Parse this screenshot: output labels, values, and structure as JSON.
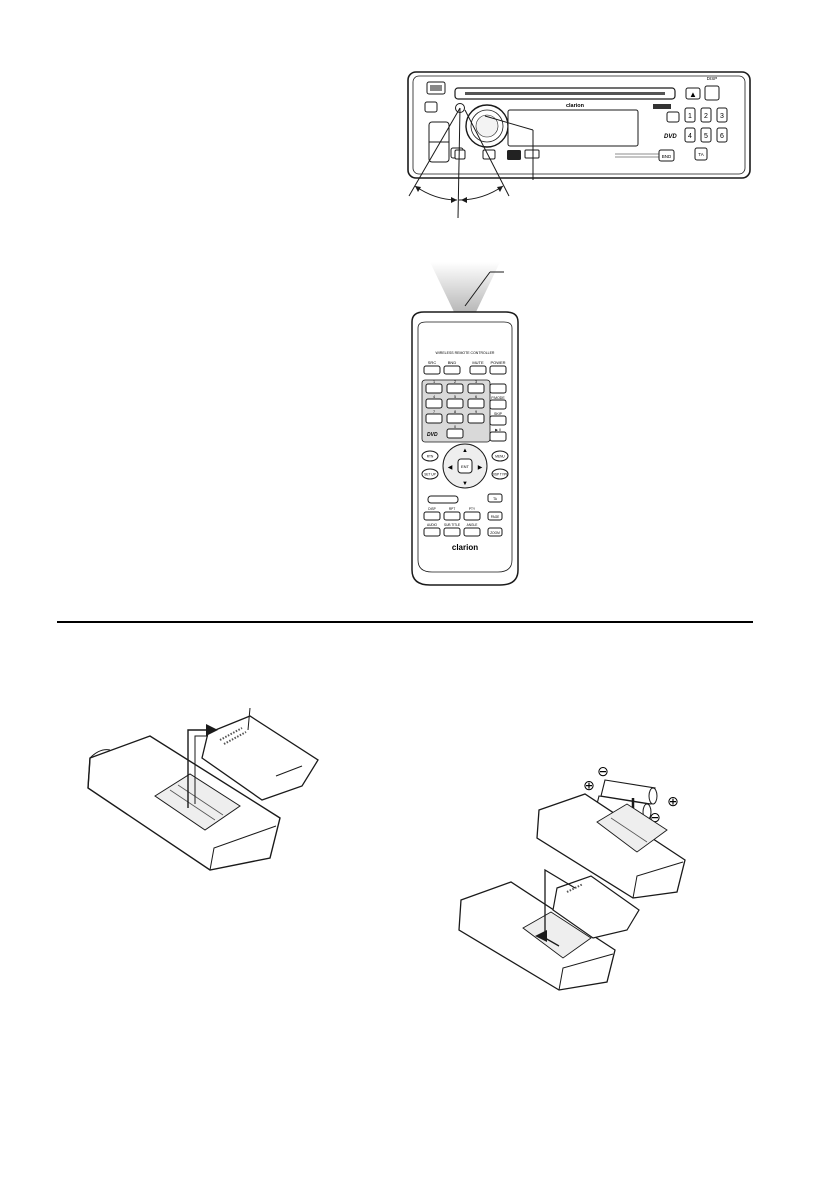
{
  "head_unit": {
    "brand": "clarion",
    "buttons": {
      "eject": "▲",
      "disp": "DISP",
      "band": "BND",
      "ta": "TA",
      "presets": [
        "1",
        "2",
        "3",
        "4",
        "5",
        "6"
      ],
      "dvd": "DVD"
    }
  },
  "remote": {
    "header": "WIRELESS REMOTE CONTROLLER",
    "brand": "clarion",
    "top_keys": [
      "SRC",
      "BND",
      "MUTE",
      "POWER"
    ],
    "number_keys": [
      "1",
      "2",
      "3",
      "4",
      "5",
      "6",
      "7",
      "8",
      "9",
      "0"
    ],
    "side_keys": [
      "P.MODE",
      "SKIP",
      "▶ II"
    ],
    "dvd_key": "DVD",
    "nav": {
      "up": "▲",
      "down": "▼",
      "left": "◀",
      "right": "▶",
      "center": "ENT"
    },
    "nav_side_left": [
      "RTN",
      "SET UP"
    ],
    "nav_side_right": [
      "MENU",
      "DISP TYPE"
    ],
    "lower_keys": [
      "TA",
      "DISP",
      "RPT",
      "PTY",
      "PAGE",
      "AUDIO",
      "SUB TITLE",
      "ANGLE",
      "ZOOM"
    ]
  },
  "colors": {
    "line": "#1a1a1a",
    "key_gray": "#d9d9d9",
    "beam_gray": "#bdbdbd",
    "panel_gray": "#eeeeee"
  },
  "battery_symbols": {
    "plus": "⊕",
    "minus": "⊖"
  }
}
